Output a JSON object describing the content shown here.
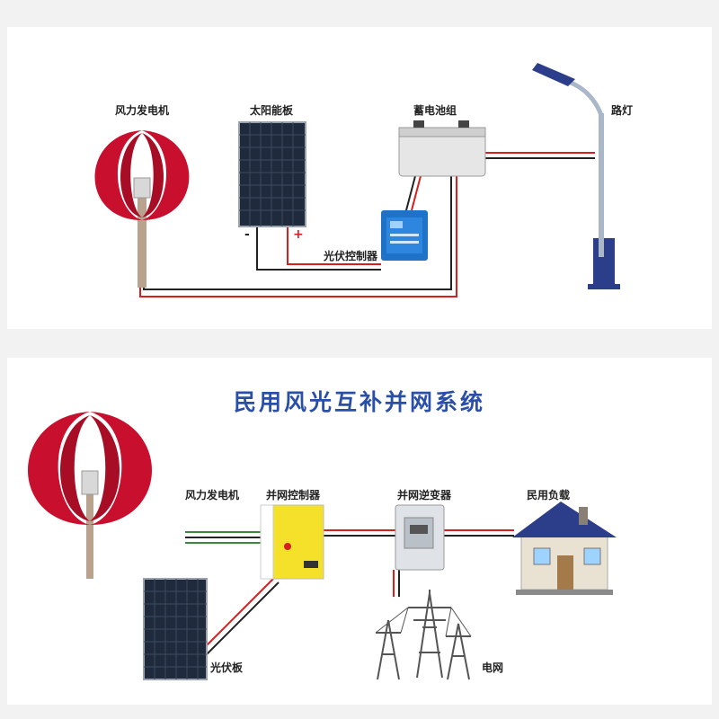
{
  "top_diagram": {
    "labels": {
      "wind_turbine": "风力发电机",
      "solar_panel": "太阳能板",
      "battery": "蓄电池组",
      "street_light": "路灯",
      "pv_controller": "光伏控制器"
    },
    "terminal_negative": "-",
    "terminal_positive": "+"
  },
  "bottom_diagram": {
    "title": "民用风光互补并网系统",
    "labels": {
      "wind_turbine": "风力发电机",
      "grid_controller": "并网控制器",
      "grid_inverter": "并网逆变器",
      "household_load": "民用负载",
      "pv_panel": "光伏板",
      "power_grid": "电网"
    }
  },
  "colors": {
    "wire_red": "#d61f1f",
    "wire_black": "#222222",
    "wire_green": "#3a8a3a",
    "title_blue": "#2a4fa8",
    "turbine_red": "#c8102e",
    "controller_yellow": "#f5e02a",
    "controller_blue": "#1e73c8"
  }
}
